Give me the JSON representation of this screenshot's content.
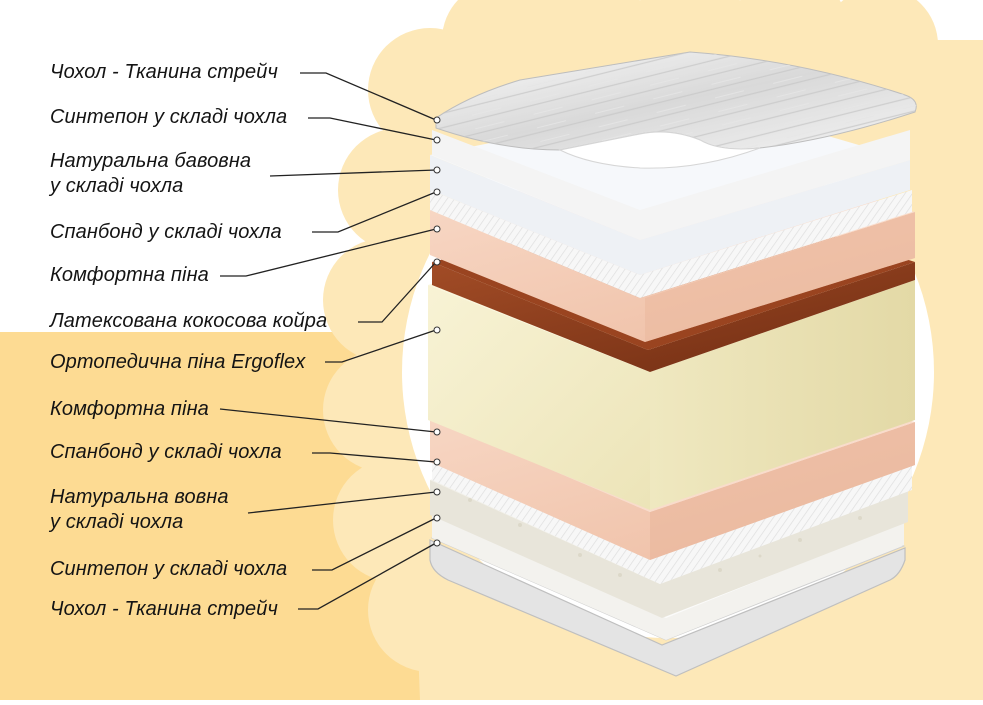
{
  "diagram": {
    "colors": {
      "background_blob": "#fde8b8",
      "background_band": "#fdd98f",
      "cover": "#eeeeee",
      "white_layer": "#f6f7f8",
      "comfort_foam": "#f2c9b2",
      "coconut_coir": "#8a3b1c",
      "ergoflex_foam": "#f4efc9",
      "wool": "#ece9df",
      "leader_line": "#222222"
    },
    "labels": [
      {
        "id": "cover-top",
        "lines": [
          "Чохол - Тканина стрейч"
        ]
      },
      {
        "id": "sintepon-top",
        "lines": [
          "Синтепон у складі чохла"
        ]
      },
      {
        "id": "cotton",
        "lines": [
          "Натуральна бавовна",
          "у складі чохла"
        ]
      },
      {
        "id": "spunbond-top",
        "lines": [
          "Спанбонд у складі чохла"
        ]
      },
      {
        "id": "comfort-top",
        "lines": [
          "Комфортна піна"
        ]
      },
      {
        "id": "coir",
        "lines": [
          "Латексована кокосова койра"
        ]
      },
      {
        "id": "ergoflex",
        "lines": [
          "Ортопедична піна Ergoflex"
        ]
      },
      {
        "id": "comfort-bottom",
        "lines": [
          "Комфортна піна"
        ]
      },
      {
        "id": "spunbond-bottom",
        "lines": [
          "Спанбонд у складі чохла"
        ]
      },
      {
        "id": "wool",
        "lines": [
          "Натуральна вовна",
          "у складі чохла"
        ]
      },
      {
        "id": "sintepon-bottom",
        "lines": [
          "Синтепон у складі чохла"
        ]
      },
      {
        "id": "cover-bottom",
        "lines": [
          "Чохол - Тканина стрейч"
        ]
      }
    ]
  }
}
